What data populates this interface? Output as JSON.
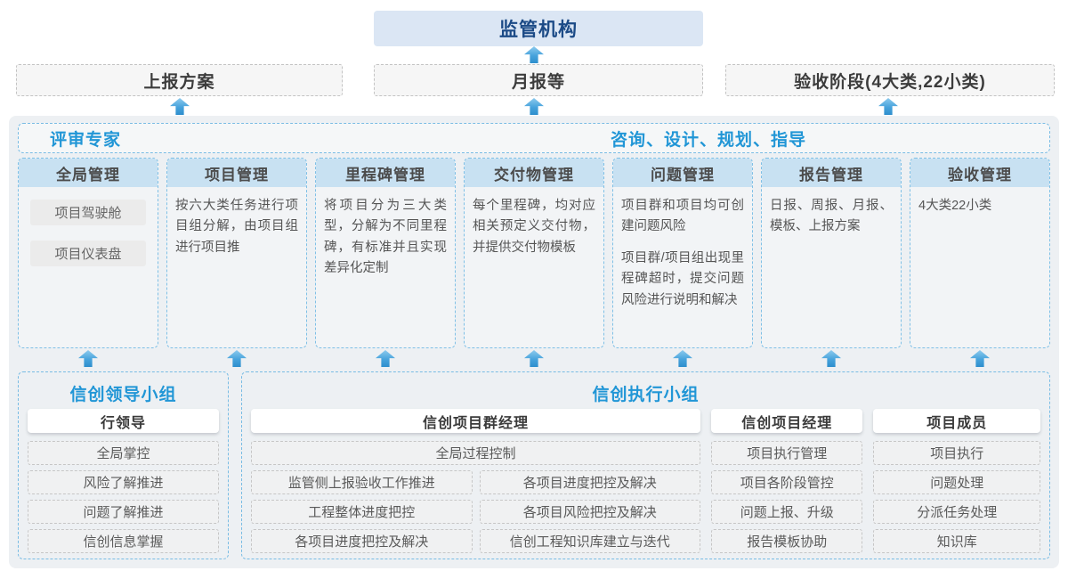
{
  "palette": {
    "navy_text": "#1b4a86",
    "accent_blue": "#2196d6",
    "arrow_blue": "#2d8ecd",
    "container_bg": "#edf0f3",
    "column_header_bg": "#c8e1f2",
    "dashed_blue_border": "#7fc0e6",
    "dashed_gray_border": "#c6c6c6"
  },
  "regulator": {
    "label": "监管机构"
  },
  "outputs": [
    {
      "label": "上报方案"
    },
    {
      "label": "月报等"
    },
    {
      "label": "验收阶段(4大类,22小类)"
    }
  ],
  "advisors": {
    "left": "评审专家",
    "right": "咨询、设计、规划、指导"
  },
  "columns": [
    {
      "title": "全局管理",
      "pills": [
        "项目驾驶舱",
        "项目仪表盘"
      ]
    },
    {
      "title": "项目管理",
      "paragraphs": [
        "按六大类任务进行项目组分解，由项目组进行项目推"
      ]
    },
    {
      "title": "里程碑管理",
      "paragraphs": [
        "将项目分为三大类型，分解为不同里程碑，有标准并且实现差异化定制"
      ]
    },
    {
      "title": "交付物管理",
      "paragraphs": [
        "每个里程碑，均对应相关预定义交付物，并提供交付物模板"
      ]
    },
    {
      "title": "问题管理",
      "paragraphs": [
        "项目群和项目均可创建问题风险",
        "项目群/项目组出现里程碑超时，提交问题风险进行说明和解决"
      ]
    },
    {
      "title": "报告管理",
      "paragraphs": [
        "日报、周报、月报、模板、上报方案"
      ]
    },
    {
      "title": "验收管理",
      "paragraphs": [
        "4大类22小类"
      ]
    }
  ],
  "groups": {
    "leader": {
      "title": "信创领导小组",
      "role": "行领导",
      "items": [
        "全局掌控",
        "风险了解推进",
        "问题了解推进",
        "信创信息掌握"
      ]
    },
    "exec": {
      "title": "信创执行小组",
      "program_manager": {
        "role": "信创项目群经理",
        "full_item": "全局过程控制",
        "left_items": [
          "监管侧上报验收工作推进",
          "工程整体进度把控",
          "各项目进度把控及解决"
        ],
        "right_items": [
          "各项目进度把控及解决",
          "各项目风险把控及解决",
          "信创工程知识库建立与迭代"
        ]
      },
      "project_manager": {
        "role": "信创项目经理",
        "items": [
          "项目执行管理",
          "项目各阶段管控",
          "问题上报、升级",
          "报告模板协助"
        ]
      },
      "member": {
        "role": "项目成员",
        "items": [
          "项目执行",
          "问题处理",
          "分派任务处理",
          "知识库"
        ]
      }
    }
  }
}
